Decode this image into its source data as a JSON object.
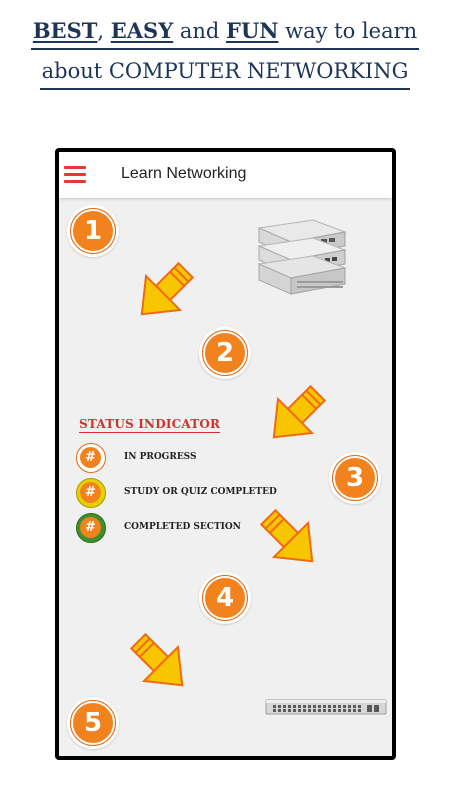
{
  "promo": {
    "line1_parts": [
      "BEST",
      ", ",
      "EASY",
      " and ",
      "FUN",
      " way to learn"
    ],
    "line2": "about COMPUTER NETWORKING"
  },
  "app": {
    "title": "Learn Networking",
    "menu_icon": "hamburger-menu-icon"
  },
  "steps": [
    "1",
    "2",
    "3",
    "4",
    "5"
  ],
  "status_indicator": {
    "title": "STATUS INDICATOR",
    "items": [
      {
        "symbol": "#",
        "label": "IN PROGRESS",
        "color": "#f1821e"
      },
      {
        "symbol": "#",
        "label": "STUDY OR QUIZ COMPLETED",
        "color": "#e4d100"
      },
      {
        "symbol": "#",
        "label": "COMPLETED SECTION",
        "color": "#3f8f2a"
      }
    ]
  },
  "colors": {
    "accent_orange": "#f1821e",
    "arrow_yellow": "#f7c600",
    "arrow_outline": "#f06a12",
    "headline_navy": "#1d3557",
    "menu_red": "#e53935",
    "status_red": "#d32f2f"
  },
  "icons": [
    "hamburger-menu-icon",
    "router-rack-image",
    "network-switch-image",
    "diagonal-arrow-icon"
  ]
}
